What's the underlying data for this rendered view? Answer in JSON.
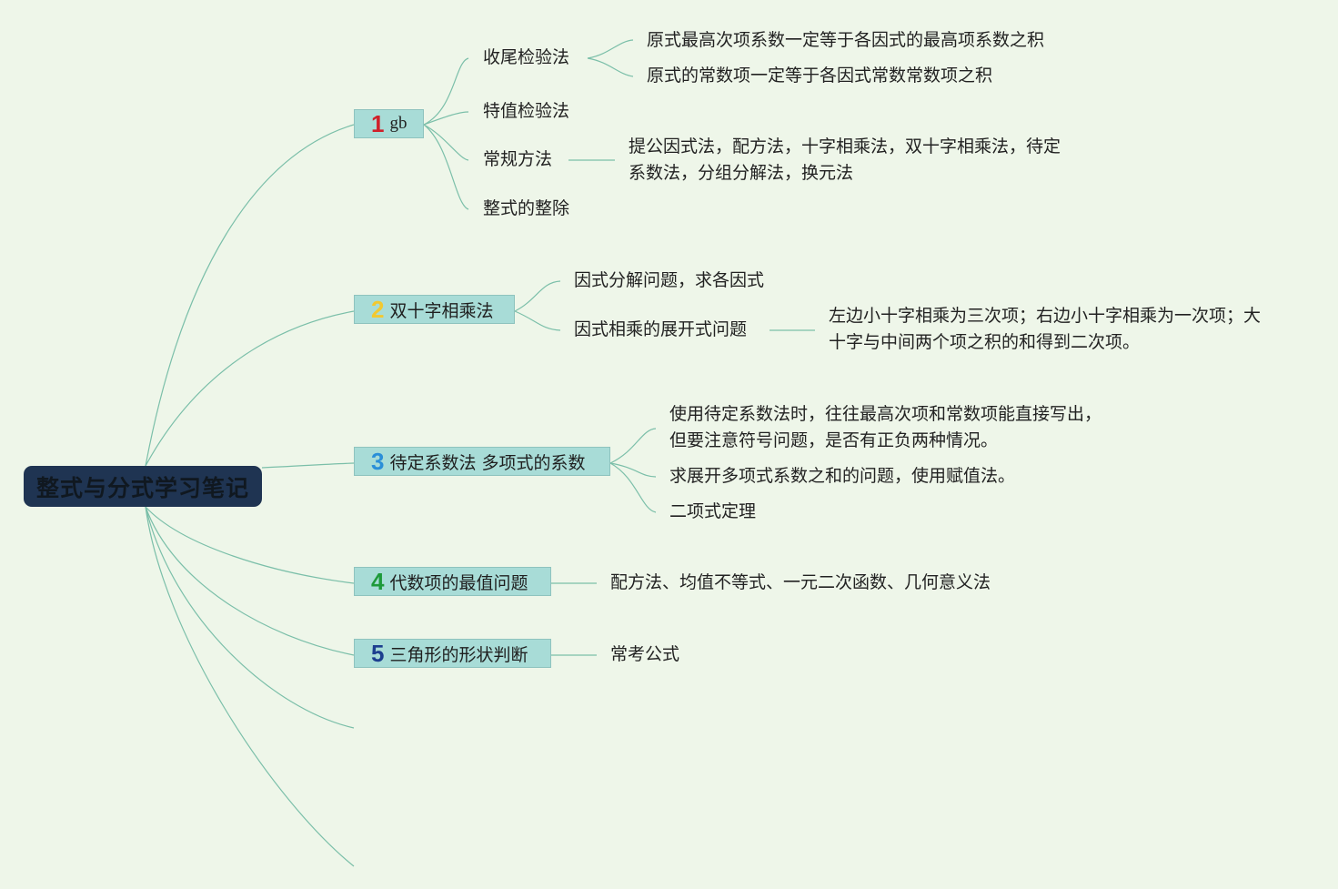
{
  "root": {
    "title": "整式与分式学习笔记"
  },
  "branches": [
    {
      "number": "1",
      "number_color": "#d0202a",
      "label": "gb",
      "children": [
        {
          "label": "收尾检验法",
          "details": [
            "原式最高次项系数一定等于各因式的最高项系数之积",
            "原式的常数项一定等于各因式常数常数项之积"
          ]
        },
        {
          "label": "特值检验法"
        },
        {
          "label": "常规方法",
          "details": [
            "提公因式法，配方法，十字相乘法，双十字相乘法，待定",
            "系数法，分组分解法，换元法"
          ]
        },
        {
          "label": "整式的整除"
        }
      ]
    },
    {
      "number": "2",
      "number_color": "#f2c930",
      "label": "双十字相乘法",
      "children": [
        {
          "label": "因式分解问题，求各因式"
        },
        {
          "label": "因式相乘的展开式问题",
          "details": [
            "左边小十字相乘为三次项；右边小十字相乘为一次项；大",
            "十字与中间两个项之积的和得到二次项。"
          ]
        }
      ]
    },
    {
      "number": "3",
      "number_color": "#2a8fd8",
      "label": "待定系数法 多项式的系数",
      "children": [
        {
          "label": "使用待定系数法时，往往最高次项和常数项能直接写出，",
          "label2": "但要注意符号问题，是否有正负两种情况。"
        },
        {
          "label": "求展开多项式系数之和的问题，使用赋值法。"
        },
        {
          "label": "二项式定理"
        }
      ]
    },
    {
      "number": "4",
      "number_color": "#1e9a3a",
      "label": "代数项的最值问题",
      "children": [
        {
          "label": "配方法、均值不等式、一元二次函数、几何意义法"
        }
      ]
    },
    {
      "number": "5",
      "number_color": "#1d3f8f",
      "label": "三角形的形状判断",
      "children": [
        {
          "label": "常考公式"
        }
      ]
    }
  ],
  "colors": {
    "background": "#eef6e9",
    "root_fill": "#1f3452",
    "branch_fill": "#a8dcd7",
    "line": "#7bbfa9"
  }
}
